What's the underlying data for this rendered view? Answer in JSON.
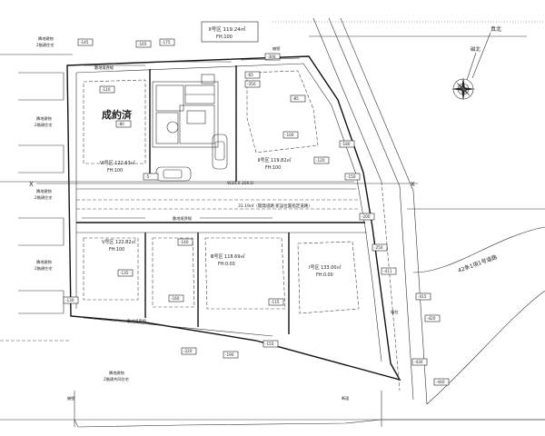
{
  "header": {
    "lot_area": "Ⅱ号区 119.24㎡",
    "lot_ratio": "FH:100"
  },
  "compass": {
    "label": "真北",
    "sub": "磁北"
  },
  "stamp": "成約済",
  "lots": {
    "lot1": {
      "label": "Ⅰ号区 133.00㎡",
      "ratio": "FH:0.00"
    },
    "lot2": {
      "label": "Ⅱ号区 119.82㎡",
      "ratio": "FH:100"
    },
    "lot3": {
      "label": "Ⅲ号区 118.69㎡",
      "ratio": "FH:0.00"
    },
    "lot5": {
      "label": "Ⅴ号区 122.82㎡",
      "ratio": "FH:100"
    },
    "lot6": {
      "label": "Ⅵ号区 122.63㎡",
      "ratio": "FH:100"
    }
  },
  "road": {
    "label": "42条1項1号道路"
  },
  "notes": {
    "adjacent_left_1": "隣地建物",
    "adjacent_left_1b": "2階建住宅",
    "adjacent_left_2": "隣地建物",
    "adjacent_left_2b": "2階建住宅",
    "adjacent_left_3": "隣地建物",
    "adjacent_left_3b": "2階建住宅",
    "adjacent_bottom": "隣地建物",
    "adjacent_bottom_b": "2階建共同住宅",
    "shared_road": "31.19㎡（開発道路 新設位置指定道路）",
    "width_label": "W20.0 200.0",
    "boundary": "敷地境界線",
    "retaining": "擁壁",
    "pole": "電柱"
  },
  "levels": [
    "-145",
    "-165",
    "-175",
    "-110",
    "-80",
    "-65",
    "-350",
    "-300",
    "-85",
    "-100",
    "-120",
    "-180",
    "-150",
    "-200",
    "-250",
    "-411",
    "-415",
    "-420",
    "-430",
    "-440",
    "-130",
    "-135",
    "-140",
    "-160",
    "-115",
    "-155",
    "-190",
    "-220",
    "-5"
  ],
  "x_marks": [
    "X",
    "X"
  ],
  "section_marks": [
    "擁壁",
    "断面"
  ]
}
